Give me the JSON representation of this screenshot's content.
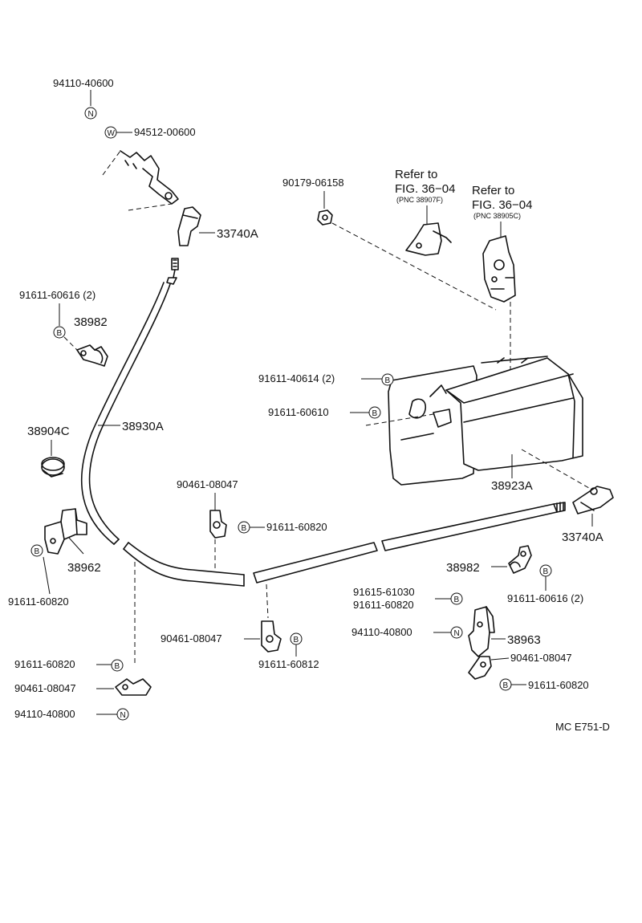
{
  "diagram_code": "MC E751-D",
  "badges": {
    "B": "B",
    "N": "N",
    "W": "W"
  },
  "labels": {
    "p94110_40600": "94110-40600",
    "p94512_00600": "94512-00600",
    "p33740A_top": "33740A",
    "p90179_06158": "90179-06158",
    "refer1_line1": "Refer to",
    "refer1_line2": "FIG. 36−04",
    "refer1_pnc": "(PNC 38907F)",
    "refer2_line1": "Refer to",
    "refer2_line2": "FIG. 36−04",
    "refer2_pnc": "(PNC 38905C)",
    "p91611_60616_left": "91611-60616 (2)",
    "p38982_left": "38982",
    "p91611_40614": "91611-40614 (2)",
    "p91611_60610": "91611-60610",
    "p38904C": "38904C",
    "p38930A": "38930A",
    "p38923A": "38923A",
    "p90461_08047_mid": "90461-08047",
    "p91611_60820_mid": "91611-60820",
    "p33740A_right": "33740A",
    "p38962": "38962",
    "p91611_60820_left": "91611-60820",
    "p38982_right": "38982",
    "p91611_60616_right": "91611-60616 (2)",
    "p91615_61030": "91615-61030",
    "p91611_60820_r1": "91611-60820",
    "p94110_40800_mid": "94110-40800",
    "p38963": "38963",
    "p90461_08047_bot": "90461-08047",
    "p91611_60812": "91611-60812",
    "p90461_08047_right": "90461-08047",
    "p91611_60820_r2": "91611-60820",
    "p91611_60820_botleft": "91611-60820",
    "p90461_08047_botleft": "90461-08047",
    "p94110_40800_botleft": "94110-40800"
  }
}
